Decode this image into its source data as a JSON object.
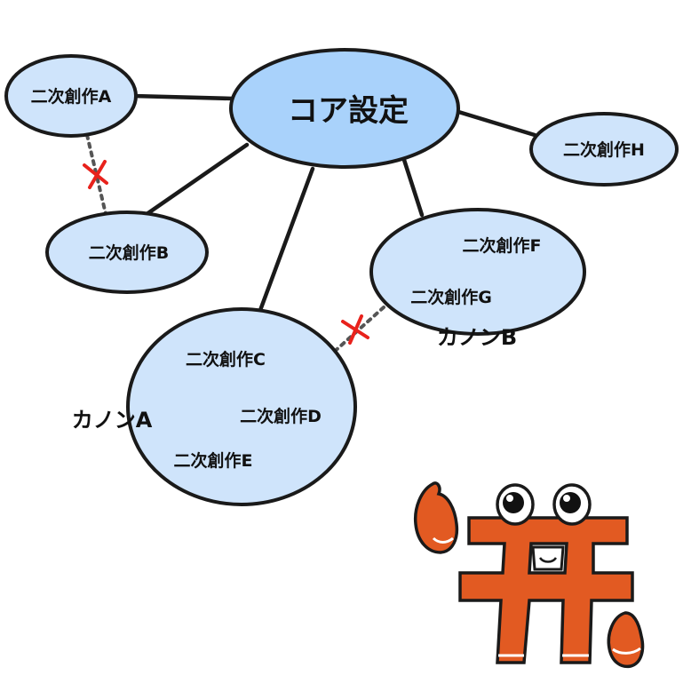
{
  "core": {
    "label": "コア設定"
  },
  "works": {
    "a": "二次創作A",
    "b": "二次創作B",
    "c": "二次創作C",
    "d": "二次創作D",
    "e": "二次創作E",
    "f": "二次創作F",
    "g": "二次創作G",
    "h": "二次創作H"
  },
  "canons": {
    "a": "カノンA",
    "b": "カノンB"
  },
  "colors": {
    "node_fill": "#cfe4fb",
    "core_fill": "#a9d2fb",
    "stroke": "#1a1a1a",
    "dotted": "#555555",
    "cross": "#e8221c",
    "mascot": "#e25a22"
  },
  "icons": {
    "cross_mark": "x-mark-icon",
    "mascot": "mascot-character"
  }
}
